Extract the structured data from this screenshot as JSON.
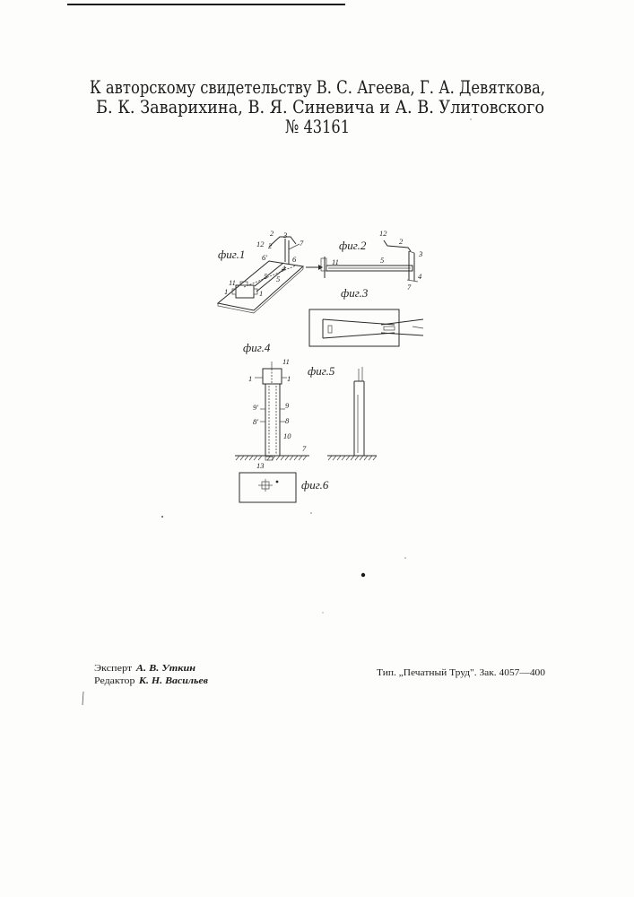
{
  "header": {
    "line1": "К авторскому свидетельству В. С. Агеева, Г. А. Девяткова,",
    "line2": "Б. К. Заварихина, В. Я. Синевича и А. В. Улитовского",
    "number": "№ 43161"
  },
  "figures": {
    "fig1": {
      "label": "фиг.1",
      "marks": [
        "2",
        "12",
        "2",
        "3",
        "7",
        "6'",
        "6",
        "4",
        "5",
        "5",
        "11",
        "1",
        "1"
      ]
    },
    "fig2": {
      "label": "фиг.2",
      "marks": [
        "12",
        "2",
        "3",
        "5",
        "11",
        "4",
        "7"
      ]
    },
    "fig3": {
      "label": "фиг.3"
    },
    "fig4": {
      "label": "фиг.4",
      "marks": [
        "11",
        "1",
        "1",
        "9'",
        "9",
        "8'",
        "8",
        "10",
        "7",
        "13"
      ]
    },
    "fig5": {
      "label": "фиг.5"
    },
    "fig6": {
      "label": "фиг.6"
    }
  },
  "footer": {
    "expert_role": "Эксперт",
    "expert_name": "А. В. Уткин",
    "editor_role": "Редактор",
    "editor_name": "К. Н. Васильев",
    "printer": "Тип. „Печатный Труд\". Зак. 4057—400"
  }
}
